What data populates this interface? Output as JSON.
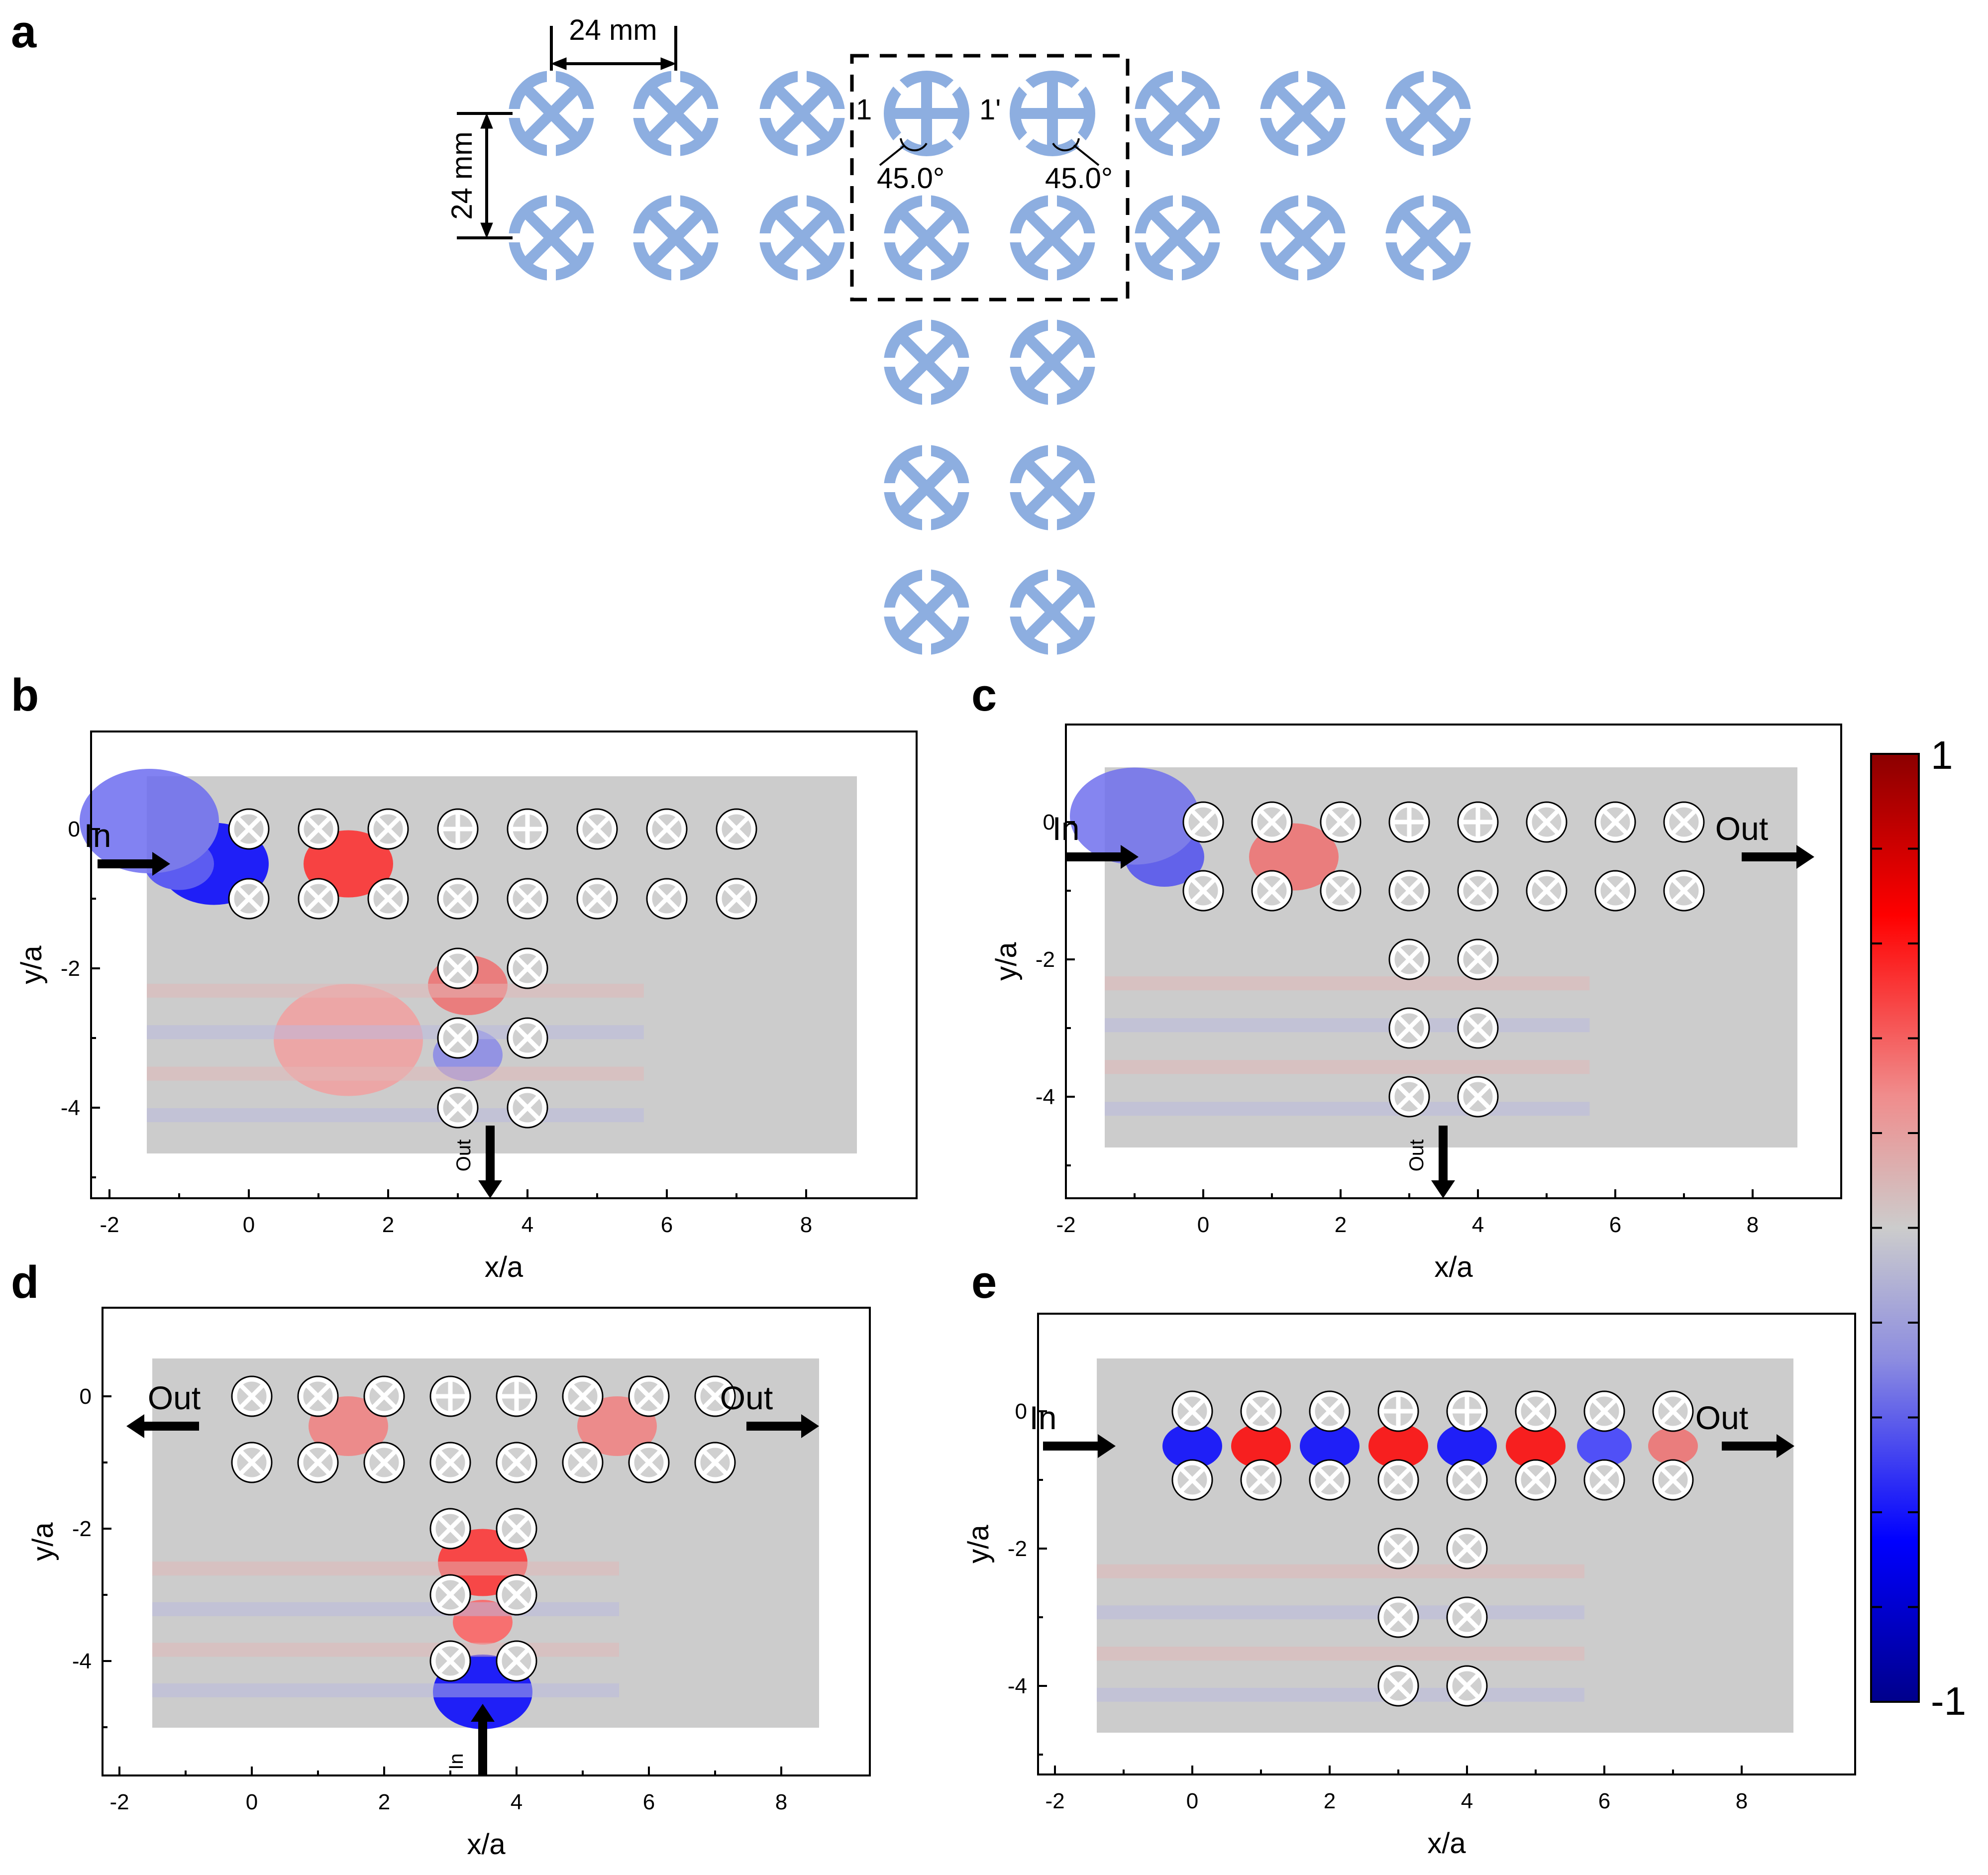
{
  "panel_labels": [
    "a",
    "b",
    "c",
    "d",
    "e"
  ],
  "panel_a": {
    "dim_horizontal": "24 mm",
    "dim_vertical": "24 mm",
    "label_left": "1",
    "label_right": "1'",
    "angle_left": "45.0°",
    "angle_right": "45.0°"
  },
  "axes": {
    "x_label": "x/a",
    "y_label": "y/a",
    "x_ticks": [
      "-2",
      "0",
      "2",
      "4",
      "6",
      "8"
    ],
    "y_ticks": [
      "0",
      "-2",
      "-4"
    ]
  },
  "arrows": {
    "in": "In",
    "out": "Out"
  },
  "colorbar": {
    "max_label": "1",
    "min_label": "-1",
    "colors": [
      "#8b0000",
      "#ff0000",
      "#f08080",
      "#cccccc",
      "#8080e0",
      "#0000ff",
      "#00008b"
    ]
  },
  "colors": {
    "unit_cell_blue": "#8daee0",
    "field_background": "#cccccc"
  }
}
